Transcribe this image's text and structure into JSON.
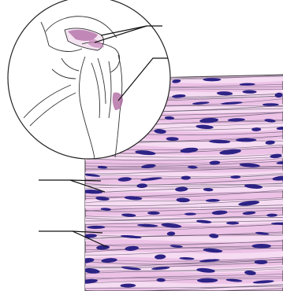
{
  "figure": {
    "description_labels": [],
    "colors": {
      "background": "#ffffff",
      "tissue_base": "#ecc2e6",
      "tissue_light": "#f6dcf2",
      "fiber_line": "#5e5369",
      "nucleus": "#2d2385",
      "highlight": "#b06aa3",
      "outline": "#333333",
      "leader_line": "#111111"
    },
    "icons": [
      "joint-inset-illustration",
      "tissue-section",
      "leader-line"
    ]
  }
}
